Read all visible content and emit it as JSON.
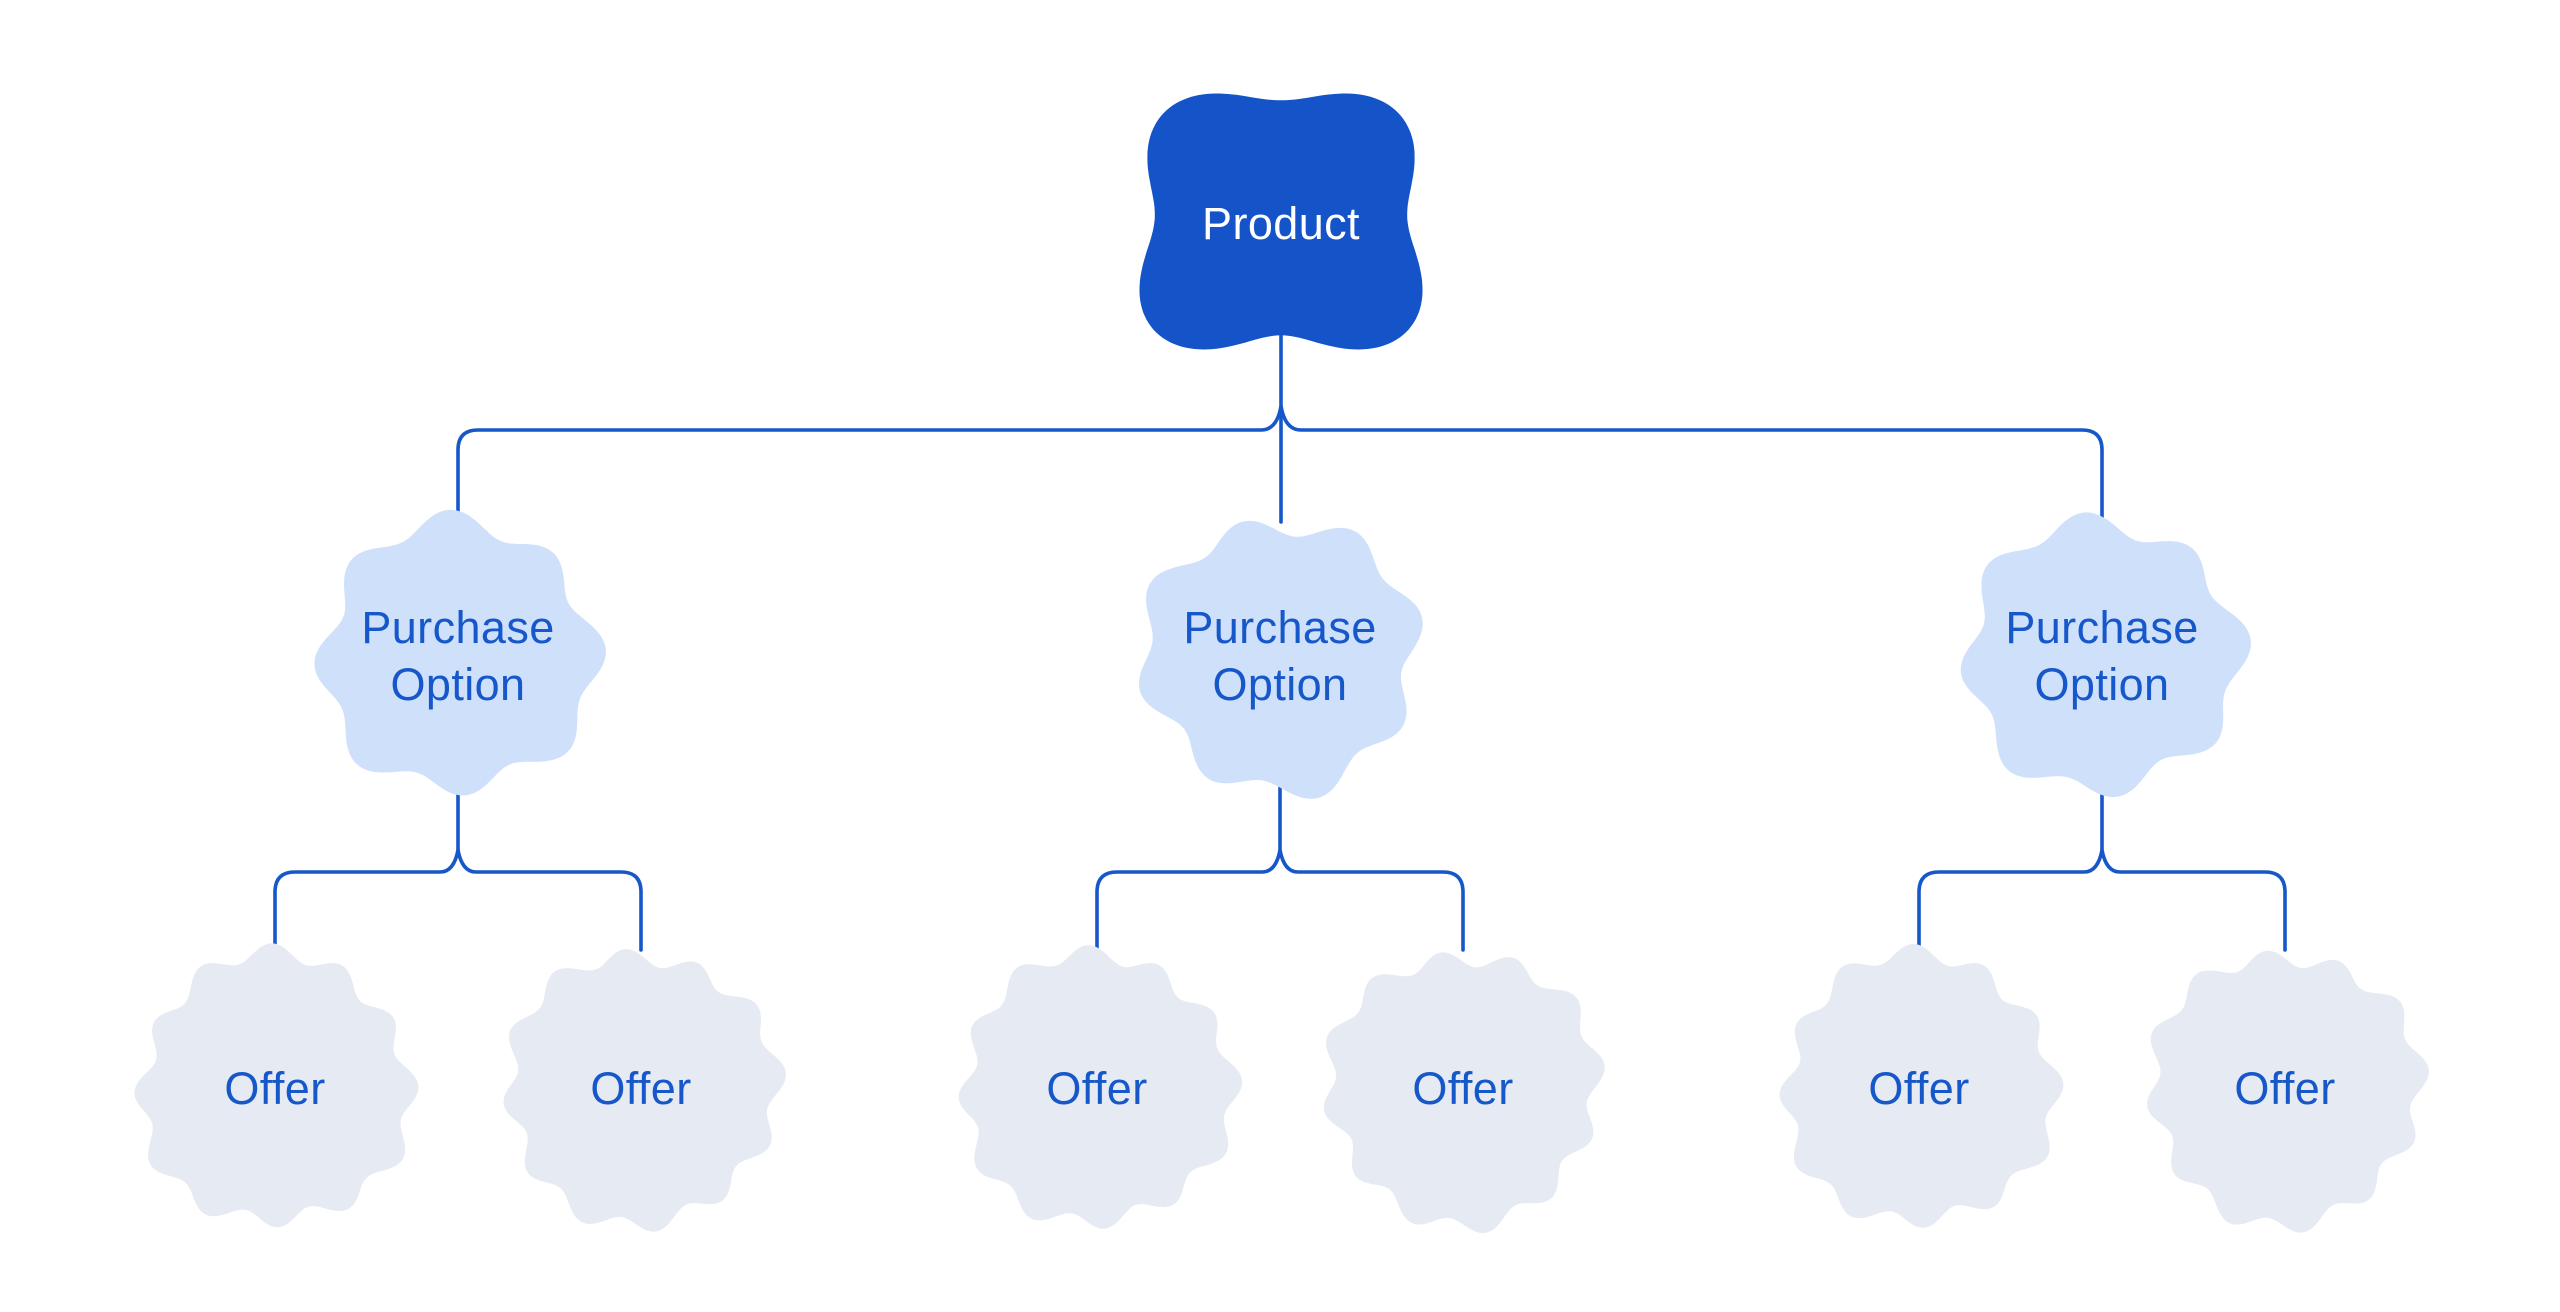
{
  "diagram": {
    "type": "tree",
    "background_color": "#ffffff",
    "connector_color": "#1657C9",
    "node_text_blue": "#1657C9",
    "root": {
      "id": "product",
      "label": "Product",
      "fill": "#1454C8",
      "text_color": "#ffffff",
      "shape": "wavy-squircle-blob"
    },
    "purchase_options": [
      {
        "id": "purchase-option-1",
        "label": "Purchase Option",
        "fill": "#CFE0FB",
        "text_color": "#1657C9",
        "shape": "cloud-blob"
      },
      {
        "id": "purchase-option-2",
        "label": "Purchase Option",
        "fill": "#CFE0FB",
        "text_color": "#1657C9",
        "shape": "cloud-blob"
      },
      {
        "id": "purchase-option-3",
        "label": "Purchase Option",
        "fill": "#CFE0FB",
        "text_color": "#1657C9",
        "shape": "cloud-blob"
      }
    ],
    "offers": [
      {
        "id": "offer-1",
        "label": "Offer",
        "fill": "#E6EAF3",
        "text_color": "#1657C9",
        "shape": "scalloped-circle"
      },
      {
        "id": "offer-2",
        "label": "Offer",
        "fill": "#E6EAF3",
        "text_color": "#1657C9",
        "shape": "scalloped-circle"
      },
      {
        "id": "offer-3",
        "label": "Offer",
        "fill": "#E6EAF3",
        "text_color": "#1657C9",
        "shape": "scalloped-circle"
      },
      {
        "id": "offer-4",
        "label": "Offer",
        "fill": "#E6EAF3",
        "text_color": "#1657C9",
        "shape": "scalloped-circle"
      },
      {
        "id": "offer-5",
        "label": "Offer",
        "fill": "#E6EAF3",
        "text_color": "#1657C9",
        "shape": "scalloped-circle"
      },
      {
        "id": "offer-6",
        "label": "Offer",
        "fill": "#E6EAF3",
        "text_color": "#1657C9",
        "shape": "scalloped-circle"
      }
    ],
    "edges": [
      {
        "from": "product",
        "to": "purchase-option-1"
      },
      {
        "from": "product",
        "to": "purchase-option-2"
      },
      {
        "from": "product",
        "to": "purchase-option-3"
      },
      {
        "from": "purchase-option-1",
        "to": "offer-1"
      },
      {
        "from": "purchase-option-1",
        "to": "offer-2"
      },
      {
        "from": "purchase-option-2",
        "to": "offer-3"
      },
      {
        "from": "purchase-option-2",
        "to": "offer-4"
      },
      {
        "from": "purchase-option-3",
        "to": "offer-5"
      },
      {
        "from": "purchase-option-3",
        "to": "offer-6"
      }
    ]
  }
}
